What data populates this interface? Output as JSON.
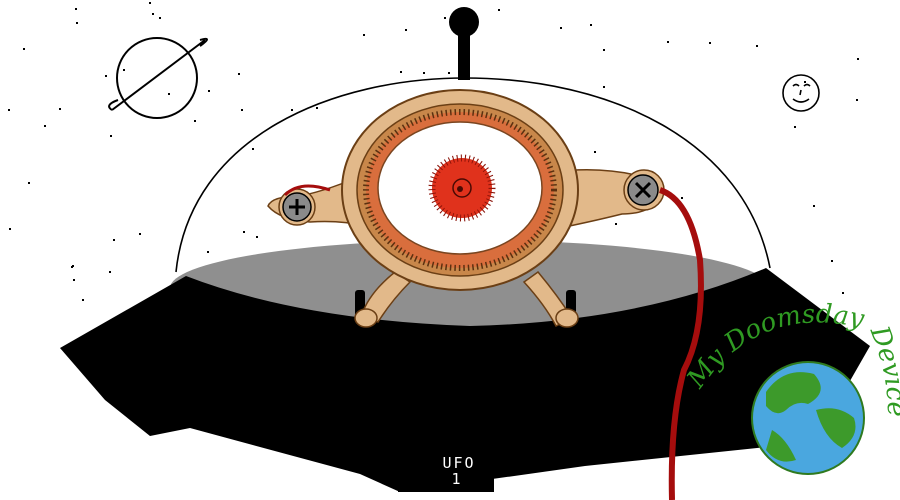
{
  "scene": {
    "hull_label_line1": "UFO",
    "hull_label_line2": "1",
    "watermark_text": "My Doomsday Device",
    "colors": {
      "sky": "#ffffff",
      "hull": "#000000",
      "deck": "#8f8f8f",
      "flesh": "#e2b98a",
      "flesh_dark": "#b5793c",
      "rim_red": "#e85a33",
      "cable": "#a50d0d",
      "iris": "#e0321c",
      "earth_ocean": "#4aa7df",
      "earth_land": "#3d9a2b",
      "watermark": "#2f9a22"
    },
    "icons": [
      "planet-icon",
      "moon-face-icon",
      "earth-globe-icon",
      "screw-plus-icon",
      "screw-x-icon"
    ]
  }
}
